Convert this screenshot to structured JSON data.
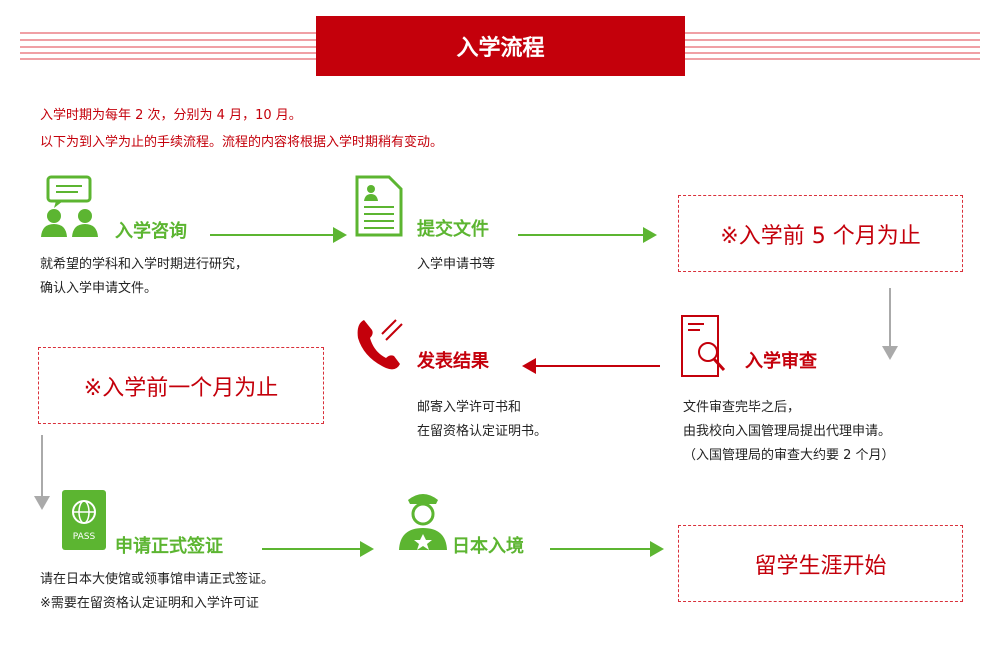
{
  "title": "入学流程",
  "intro": [
    "入学时期为每年 2 次，分别为 4 月，10 月。",
    "以下为到入学为止的手续流程。流程的内容将根据入学时期稍有变动。"
  ],
  "steps": {
    "consult": {
      "label": "入学咨询",
      "desc": [
        "就希望的学科和入学时期进行研究，",
        "确认入学申请文件。"
      ]
    },
    "submit": {
      "label": "提交文件",
      "desc": [
        "入学申请书等"
      ]
    },
    "deadline1": "※入学前 5 个月为止",
    "review": {
      "label": "入学审查",
      "desc": [
        "文件审查完毕之后，",
        "由我校向入国管理局提出代理申请。",
        "（入国管理局的审查大约要 2 个月）"
      ]
    },
    "result": {
      "label": "发表结果",
      "desc": [
        "邮寄入学许可书和",
        "在留资格认定证明书。"
      ]
    },
    "deadline2": "※入学前一个月为止",
    "visa": {
      "label": "申请正式签证",
      "desc": [
        "请在日本大使馆或领事馆申请正式签证。",
        "※需要在留资格认定证明和入学许可证"
      ]
    },
    "entry": {
      "label": "日本入境"
    },
    "start": "留学生涯开始",
    "passport_text": "PASS"
  },
  "colors": {
    "red": "#c4000b",
    "green": "#5cb531",
    "gray": "#aaaaaa"
  }
}
